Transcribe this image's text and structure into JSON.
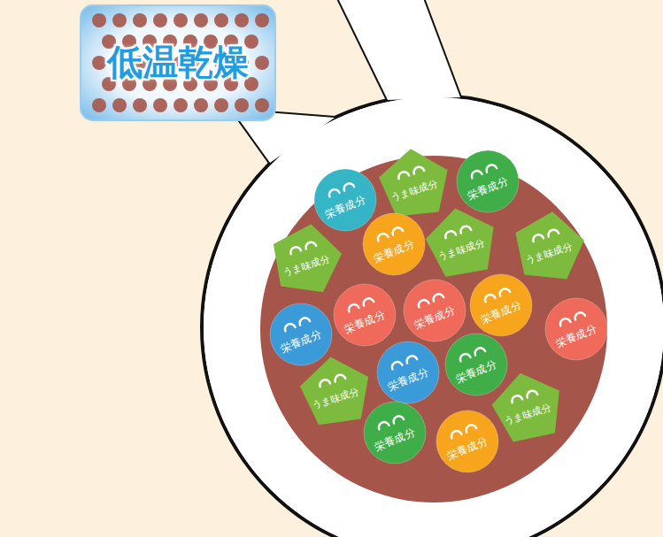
{
  "diagram": {
    "nodes": [
      {
        "text": [
          "低温乾燥"
        ]
      },
      {
        "text": [
          "栄養成分"
        ]
      },
      {
        "text": [
          "うま味成分"
        ]
      },
      {
        "text": [
          "栄養成分"
        ]
      },
      {
        "text": [
          "うま味成分"
        ]
      },
      {
        "text": [
          "栄養成分"
        ]
      },
      {
        "text": [
          "うま味成分"
        ]
      },
      {
        "text": [
          "うま味成分"
        ]
      },
      {
        "text": [
          "栄養成分"
        ]
      },
      {
        "text": [
          "栄養成分"
        ]
      },
      {
        "text": [
          "栄養成分"
        ]
      },
      {
        "text": [
          "栄養成分"
        ]
      },
      {
        "text": [
          "栄養成分"
        ]
      },
      {
        "text": [
          "うま味成分"
        ]
      },
      {
        "text": [
          "栄養成分"
        ]
      },
      {
        "text": [
          "栄養成分"
        ]
      },
      {
        "text": [
          "うま味成分"
        ]
      },
      {
        "text": [
          "栄養成分"
        ]
      },
      {
        "text": [
          "栄養成分"
        ]
      }
    ]
  }
}
